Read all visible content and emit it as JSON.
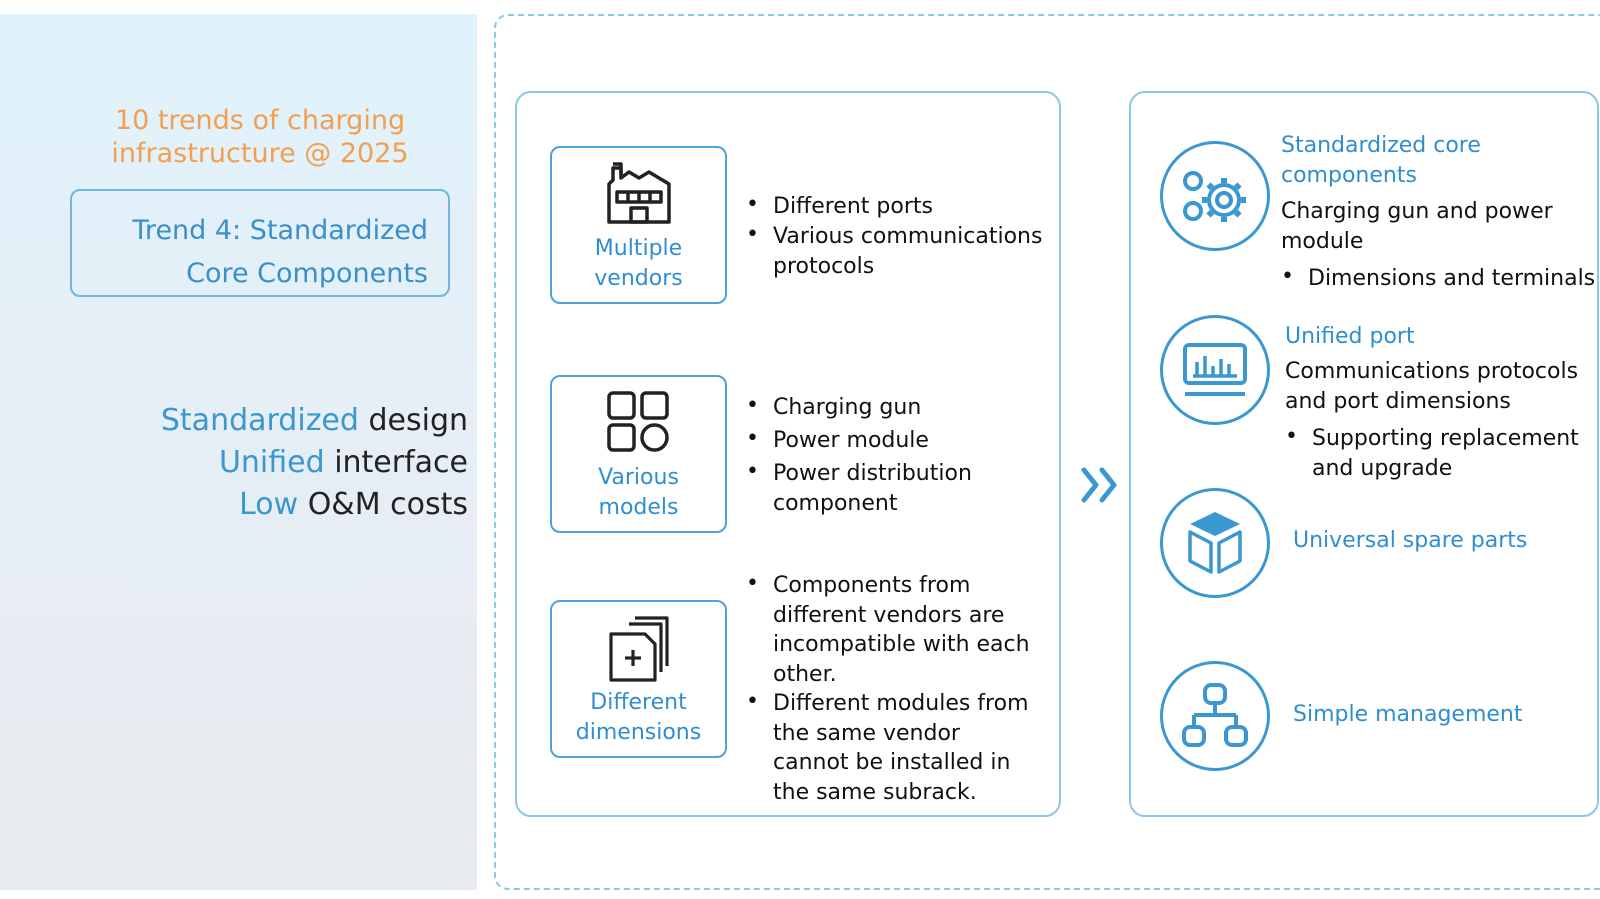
{
  "left": {
    "headline_line1": "10 trends of charging",
    "headline_line2": "infrastructure @ 2025",
    "trend_line1": "Trend 4: Standardized",
    "trend_line2": "Core Components",
    "pillars": [
      {
        "highlight": "Standardized",
        "rest": " design"
      },
      {
        "highlight": "Unified",
        "rest": " interface"
      },
      {
        "highlight": "Low",
        "rest": " O&M costs"
      }
    ]
  },
  "problems": [
    {
      "icon": "factory-icon",
      "label_line1": "Multiple",
      "label_line2": "vendors",
      "bullets": [
        "Different ports",
        "Various communications protocols"
      ]
    },
    {
      "icon": "grid-shapes-icon",
      "label_line1": "Various",
      "label_line2": "models",
      "bullets": [
        "Charging gun",
        "Power module",
        "Power distribution component"
      ]
    },
    {
      "icon": "stacked-pages-plus-icon",
      "label_line1": "Different",
      "label_line2": "dimensions",
      "bullets": [
        "Components from different vendors are incompatible with each other.",
        "Different modules from the same vendor cannot be installed in the same subrack."
      ]
    }
  ],
  "transition_icon": "double-chevron-right-icon",
  "solutions": [
    {
      "icon": "gears-icon",
      "title": "Standardized core components",
      "desc": "Charging gun and power module",
      "bullet": "Dimensions and terminals"
    },
    {
      "icon": "monitor-chart-icon",
      "title": "Unified port",
      "desc": "Communications protocols and port dimensions",
      "bullet": "Supporting replacement and upgrade"
    },
    {
      "icon": "cube-box-icon",
      "title": "Universal spare parts"
    },
    {
      "icon": "hierarchy-icon",
      "title": "Simple management"
    }
  ],
  "colors": {
    "accent_blue": "#3a97d0",
    "accent_orange": "#f0a050",
    "border_light_blue": "#8dc6e6"
  }
}
